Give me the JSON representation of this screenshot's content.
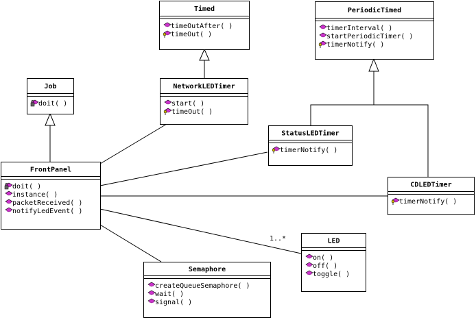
{
  "classes": {
    "timed": {
      "name": "Timed",
      "methods": [
        {
          "label": "timeOutAfter( )",
          "icon": "public-method-icon"
        },
        {
          "label": "timeOut( )",
          "icon": "protected-method-icon"
        }
      ]
    },
    "periodicTimed": {
      "name": "PeriodicTimed",
      "methods": [
        {
          "label": "timerInterval( )",
          "icon": "public-method-icon"
        },
        {
          "label": "startPeriodicTimer( )",
          "icon": "public-method-icon"
        },
        {
          "label": "timerNotify( )",
          "icon": "protected-method-icon"
        }
      ]
    },
    "job": {
      "name": "Job",
      "methods": [
        {
          "label": "doit( )",
          "icon": "abstract-method-icon"
        }
      ]
    },
    "networkLEDTimer": {
      "name": "NetworkLEDTimer",
      "methods": [
        {
          "label": "start( )",
          "icon": "public-method-icon"
        },
        {
          "label": "timeOut( )",
          "icon": "protected-method-icon"
        }
      ]
    },
    "statusLEDTimer": {
      "name": "StatusLEDTimer",
      "methods": [
        {
          "label": "timerNotify( )",
          "icon": "protected-method-icon"
        }
      ]
    },
    "frontPanel": {
      "name": "FrontPanel",
      "methods": [
        {
          "label": "doit( )",
          "icon": "abstract-method-icon"
        },
        {
          "label": "instance( )",
          "icon": "public-method-icon"
        },
        {
          "label": "packetReceived( )",
          "icon": "public-method-icon"
        },
        {
          "label": "notifyLedEvent( )",
          "icon": "public-method-icon"
        }
      ]
    },
    "cdLEDTimer": {
      "name": "CDLEDTimer",
      "methods": [
        {
          "label": "timerNotify( )",
          "icon": "protected-method-icon"
        }
      ]
    },
    "led": {
      "name": "LED",
      "methods": [
        {
          "label": "on( )",
          "icon": "public-method-icon"
        },
        {
          "label": "off( )",
          "icon": "public-method-icon"
        },
        {
          "label": "toggle( )",
          "icon": "public-method-icon"
        }
      ]
    },
    "semaphore": {
      "name": "Semaphore",
      "methods": [
        {
          "label": "createQueueSemaphore( )",
          "icon": "public-method-icon"
        },
        {
          "label": "wait( )",
          "icon": "public-method-icon"
        },
        {
          "label": "signal( )",
          "icon": "public-method-icon"
        }
      ]
    }
  },
  "relations": {
    "frontPanel_led_multiplicity": "1..*"
  },
  "colors": {
    "method_icon": "#cc33cc",
    "key_icon": "#d4b800",
    "lock_icon": "#666666"
  }
}
